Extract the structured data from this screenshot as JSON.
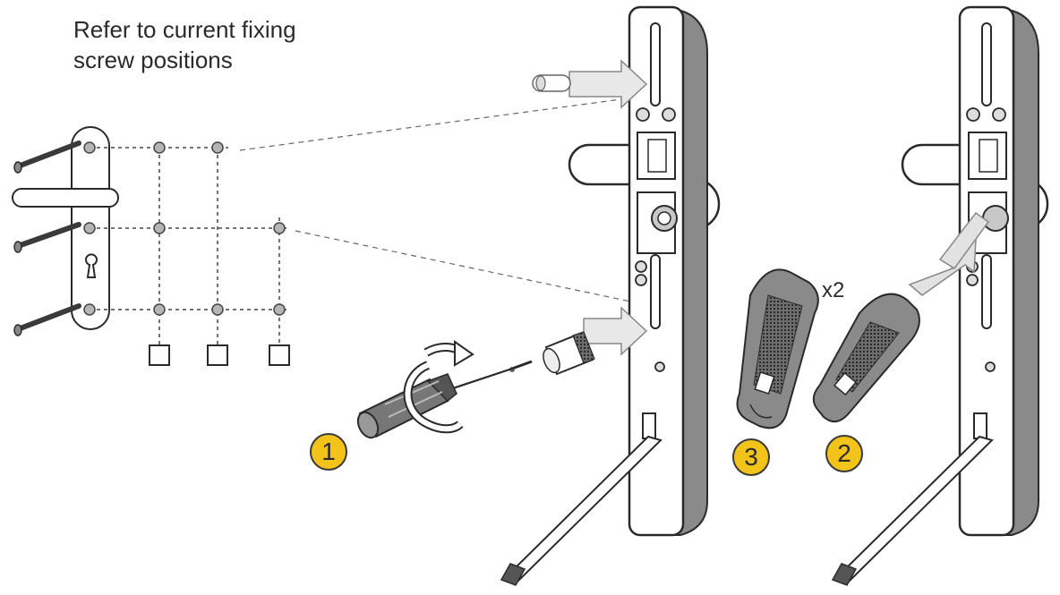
{
  "instruction": {
    "line1": "Refer to current fixing",
    "line2": "screw positions"
  },
  "quantity_label": "x2",
  "steps": [
    {
      "number": "1",
      "refers_to": "unscrew-spindle-sleeve"
    },
    {
      "number": "2",
      "refers_to": "insert-cover-plate-x2"
    },
    {
      "number": "3",
      "refers_to": "cover-plate"
    }
  ],
  "colors": {
    "badge_fill": "#f2c318",
    "line": "#2a2a2a",
    "cover_plate": "#8a8a8a",
    "light_grey": "#cfcfcf"
  },
  "icons": [
    "screw-icon",
    "screwdriver-icon",
    "rotation-arrow-icon",
    "push-arrow-icon",
    "cover-plate-icon",
    "lock-plate-icon",
    "handle-icon"
  ]
}
